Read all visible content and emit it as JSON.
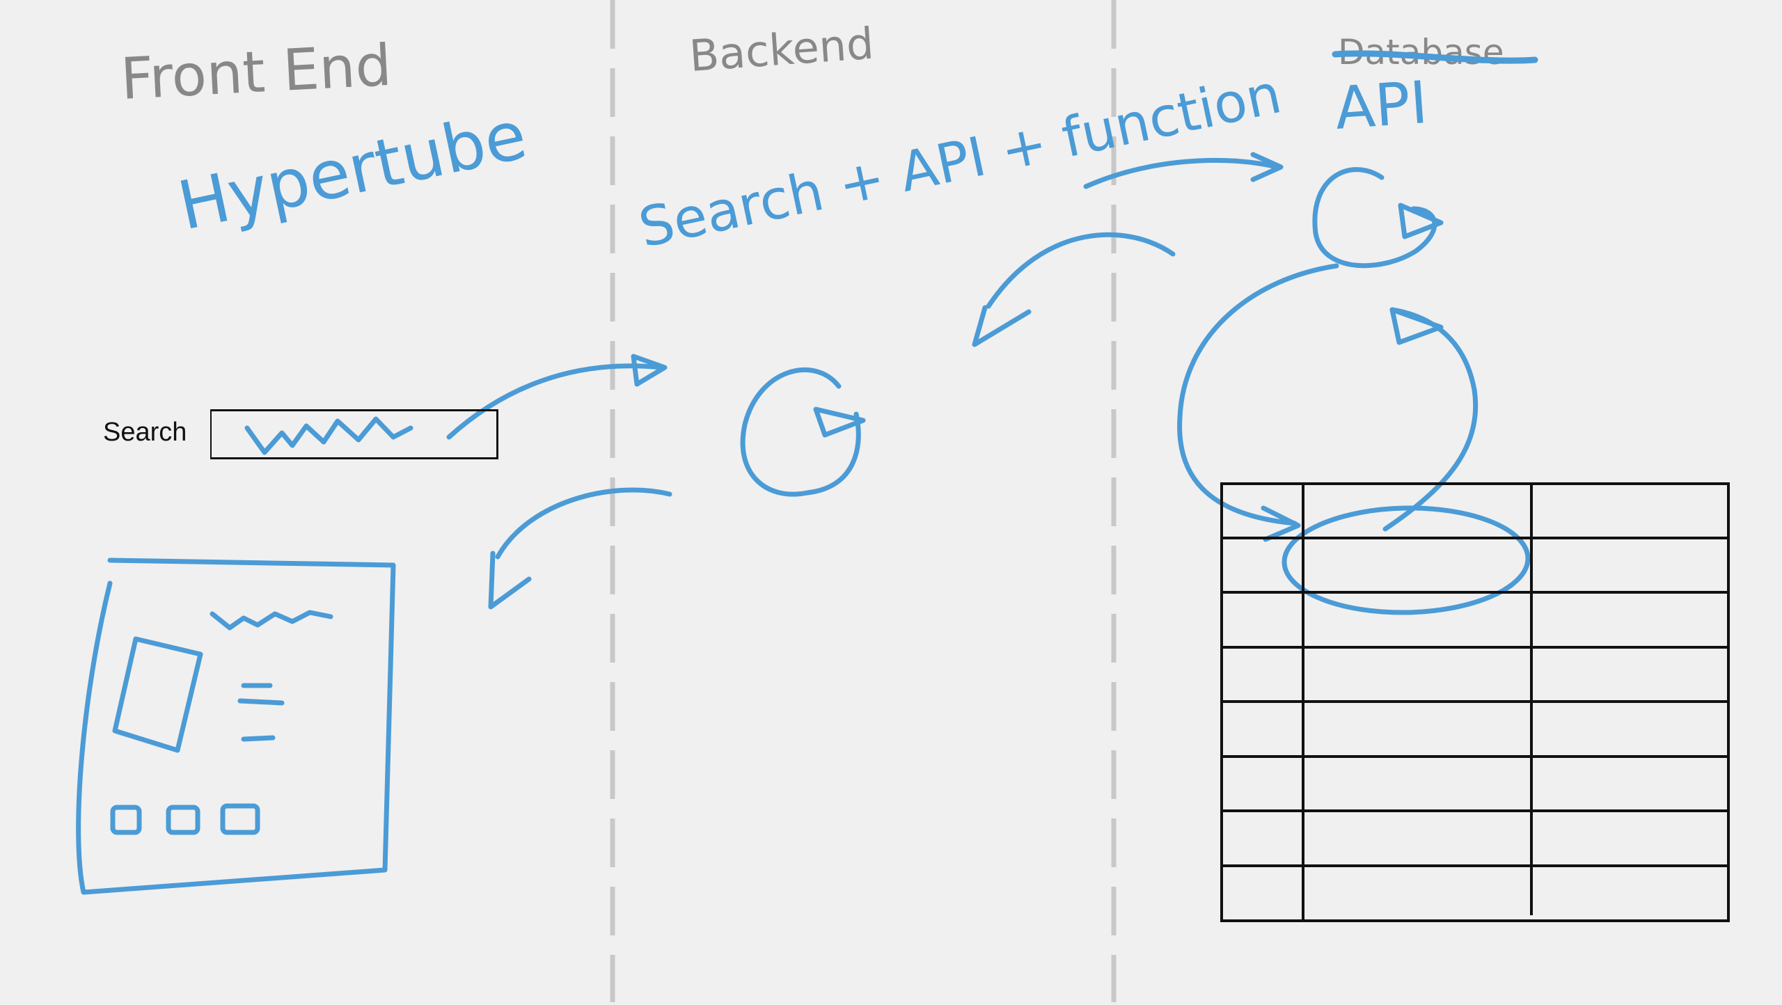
{
  "columns": {
    "front_end": "Front End",
    "backend": "Backend",
    "database_struck": "Database",
    "api": "API"
  },
  "notes": {
    "hypertube": "Hypertube",
    "search_api_function": "Search + API + function"
  },
  "search": {
    "label": "Search"
  },
  "table": {
    "rows": 8,
    "columns": 3
  },
  "colors": {
    "ink": "#4b9bd6",
    "pencil": "#888888",
    "divider": "#cccccc",
    "grid": "#111111",
    "background": "#f0f0f0"
  }
}
